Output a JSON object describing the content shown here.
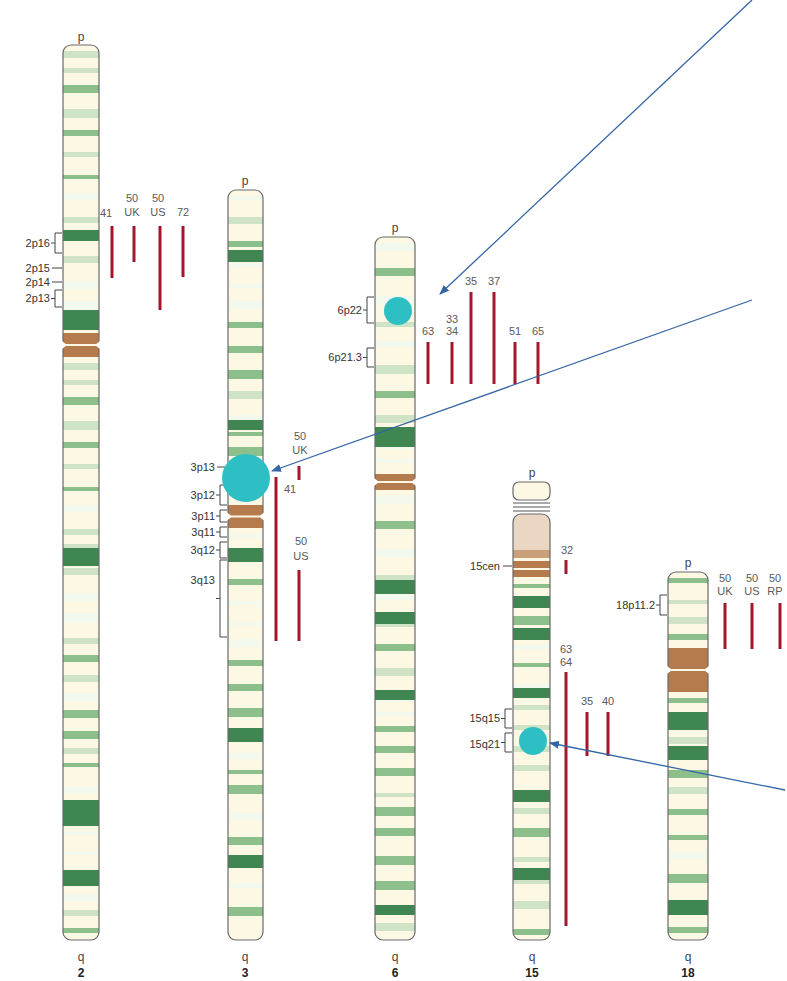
{
  "diagram": {
    "labels": [
      "p",
      "p",
      "p",
      "p",
      "p",
      "q",
      "q",
      "q",
      "q",
      "q",
      "2",
      "3",
      "6",
      "15",
      "18",
      "2p16",
      "2p15",
      "2p14",
      "2p13",
      "41",
      "50",
      "UK",
      "50",
      "US",
      "72",
      "3p13",
      "3p12",
      "3p11",
      "3q11",
      "3q12",
      "3q13",
      "50",
      "UK",
      "41",
      "50",
      "US",
      "6p22",
      "6p21.3",
      "63",
      "33",
      "34",
      "35",
      "37",
      "51",
      "65",
      "15cen",
      "15q15",
      "15q21",
      "32",
      "63",
      "64",
      "35",
      "40",
      "18p11.2",
      "50",
      "UK",
      "50",
      "US",
      "50",
      "RP"
    ]
  }
}
